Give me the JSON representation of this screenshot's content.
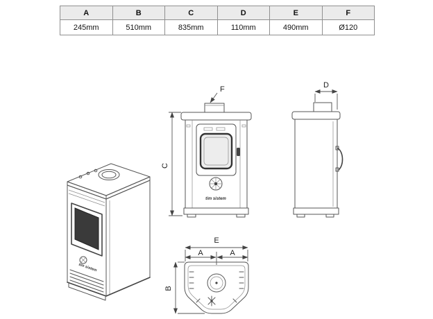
{
  "table": {
    "headers": [
      "A",
      "B",
      "C",
      "D",
      "E",
      "F"
    ],
    "values": [
      "245mm",
      "510mm",
      "835mm",
      "110mm",
      "490mm",
      "Ø120"
    ]
  },
  "dimensions": {
    "flue_label": "F",
    "front_height_label": "C",
    "side_top_label": "D",
    "bottom_width_label": "E",
    "bottom_half_left_label": "A",
    "bottom_half_right_label": "A",
    "bottom_depth_label": "B"
  },
  "brand": {
    "name": "tim sistem"
  },
  "colors": {
    "line": "#555555",
    "glass": "#3a3a3a",
    "table_header_bg": "#ebebeb",
    "table_border": "#8f8f8f"
  }
}
